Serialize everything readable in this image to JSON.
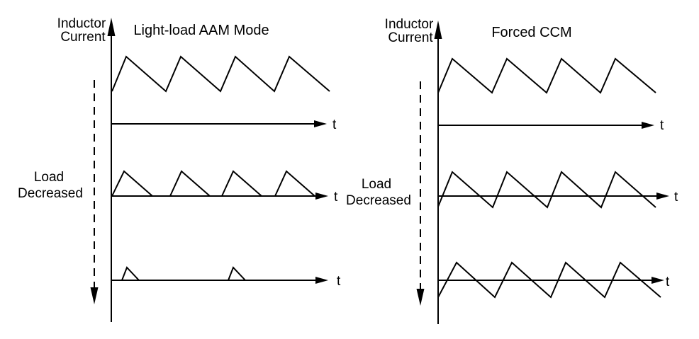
{
  "colors": {
    "line": "#000000",
    "background": "#ffffff",
    "text": "#000000"
  },
  "panels": {
    "left": {
      "y_axis_label": {
        "line1": "Inductor",
        "line2": "Current"
      },
      "title": "Light-load AAM Mode",
      "load_arrow_label": {
        "line1": "Load",
        "line2": "Decreased"
      },
      "rows": [
        {
          "t_label": "t"
        },
        {
          "t_label": "t"
        },
        {
          "t_label": "t"
        }
      ]
    },
    "right": {
      "y_axis_label": {
        "line1": "Inductor",
        "line2": "Current"
      },
      "title": "Forced CCM",
      "load_arrow_label": {
        "line1": "Load",
        "line2": "Decreased"
      },
      "rows": [
        {
          "t_label": "t"
        },
        {
          "t_label": "t"
        },
        {
          "t_label": "t"
        }
      ]
    }
  }
}
